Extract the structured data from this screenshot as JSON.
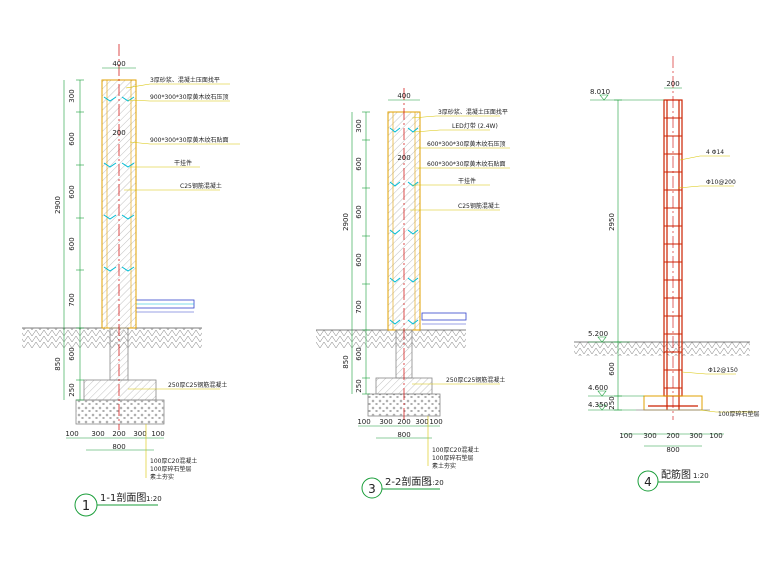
{
  "colors": {
    "dim": "#1a9e3a",
    "leader": "#d8c400",
    "wall": "#e0a000",
    "rebar": "#cc2200",
    "centerline": "#d00000",
    "ground": "#555555",
    "annot": "#222222",
    "cyan": "#00bcd4",
    "paving": "#3344cc"
  },
  "section1": {
    "top_dim": "400",
    "left_dims": [
      "300",
      "600",
      "600",
      "600",
      "700",
      "600",
      "250"
    ],
    "total_dim_a": "2900",
    "total_dim_b": "850",
    "inner_label": "200",
    "annotations": [
      "3厚砂浆、混凝土压面找平",
      "900*300*30厚黄木纹石压顶",
      "900*300*30厚黄木纹石贴面",
      "干挂件",
      "C25钢筋混凝土",
      "250厚C25钢筋混凝土"
    ],
    "bottom_dims": [
      "100",
      "300",
      "200",
      "300",
      "100"
    ],
    "bottom_total": "800",
    "base_notes": [
      "100厚C20混凝土",
      "100厚碎石垫层",
      "素土夯实"
    ],
    "badge": "1",
    "title": "1-1剖面图",
    "scale": "1:20"
  },
  "section2": {
    "top_dim": "400",
    "left_dims": [
      "300",
      "600",
      "600",
      "600",
      "700",
      "600",
      "250"
    ],
    "total_dim_a": "2900",
    "total_dim_b": "850",
    "inner_label": "200",
    "annotations": [
      "3厚砂浆、混凝土压面找平",
      "LED灯带 (2.4W)",
      "600*300*30厚黄木纹石压顶",
      "600*300*30厚黄木纹石贴面",
      "干挂件",
      "C25钢筋混凝土",
      "250厚C25钢筋混凝土"
    ],
    "bottom_dims": [
      "100",
      "300",
      "200",
      "300",
      "100"
    ],
    "bottom_total": "800",
    "base_notes": [
      "100厚C20混凝土",
      "100厚碎石垫层",
      "素土夯实"
    ],
    "badge": "3",
    "title": "2-2剖面图",
    "scale": "1:20"
  },
  "section3": {
    "top_dim": "200",
    "elevations": [
      "8.010",
      "5.200",
      "4.600",
      "4.350"
    ],
    "left_dims": [
      "2950",
      "600",
      "250"
    ],
    "annotations": [
      "4 Φ14",
      "Φ10@200",
      "Φ12@150",
      "100厚碎石垫层"
    ],
    "bottom_dims": [
      "100",
      "300",
      "200",
      "300",
      "100"
    ],
    "bottom_total": "800",
    "badge": "4",
    "title": "配筋图",
    "scale": "1:20"
  }
}
